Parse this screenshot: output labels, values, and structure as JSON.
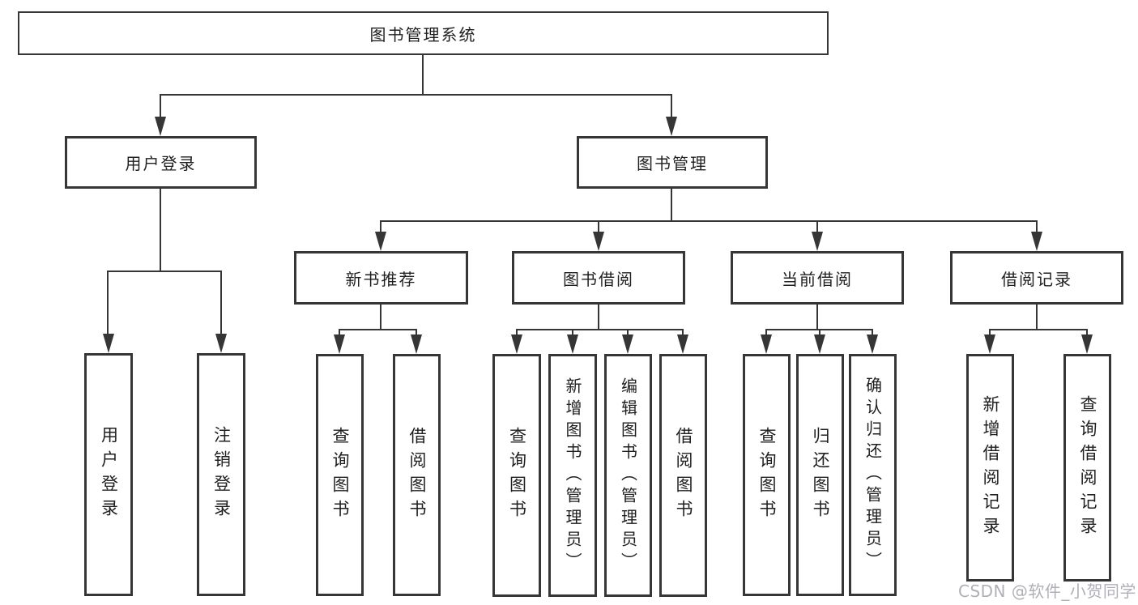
{
  "diagram": {
    "root": {
      "label": "图书管理系统"
    },
    "branches": [
      {
        "label": "用户登录",
        "children": [
          {
            "label": "用户登录"
          },
          {
            "label": "注销登录"
          }
        ]
      },
      {
        "label": "图书管理",
        "children": [
          {
            "label": "新书推荐",
            "children": [
              {
                "label": "查询图书"
              },
              {
                "label": "借阅图书"
              }
            ]
          },
          {
            "label": "图书借阅",
            "children": [
              {
                "label": "查询图书"
              },
              {
                "label": "新增图书（管理员）"
              },
              {
                "label": "编辑图书（管理员）"
              },
              {
                "label": "借阅图书"
              }
            ]
          },
          {
            "label": "当前借阅",
            "children": [
              {
                "label": "查询图书"
              },
              {
                "label": "归还图书"
              },
              {
                "label": "确认归还（管理员）"
              }
            ]
          },
          {
            "label": "借阅记录",
            "children": [
              {
                "label": "新增借阅记录"
              },
              {
                "label": "查询借阅记录"
              }
            ]
          }
        ]
      }
    ]
  },
  "watermark": {
    "text": "CSDN @软件_小贺同学",
    "color": "#a9a9b3"
  },
  "colors": {
    "line": "#363636",
    "border": "#363636",
    "text": "#1f1f1f",
    "background": "#ffffff"
  }
}
